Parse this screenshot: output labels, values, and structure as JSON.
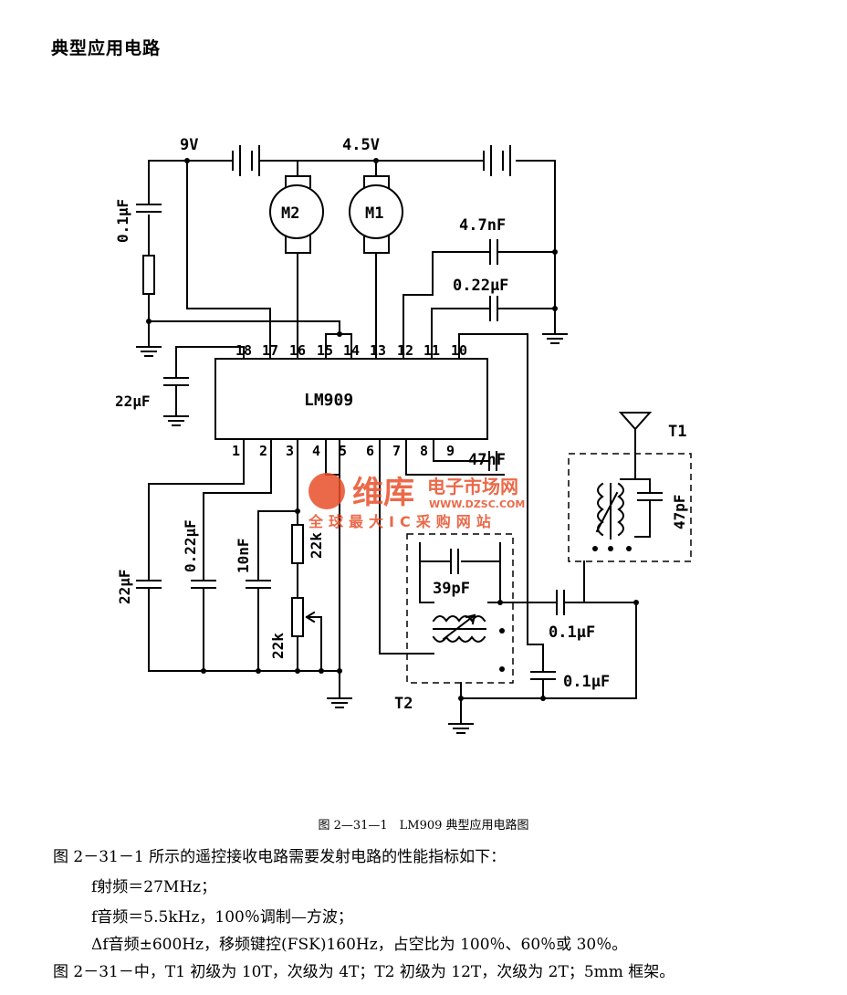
{
  "heading": "典型应用电路",
  "schematic": {
    "chip": "LM909",
    "top_pins": [
      "18",
      "17",
      "16",
      "15",
      "14",
      "13",
      "12",
      "11",
      "10"
    ],
    "bottom_pins": [
      "1",
      "2",
      "3",
      "4",
      "5",
      "6",
      "7",
      "8",
      "9"
    ],
    "labels": {
      "v9": "9V",
      "v45": "4.5V",
      "m2": "M2",
      "m1": "M1",
      "c_47n_top": "4.7nF",
      "c_022_right": "0.22μF",
      "c_01_left": "0.1μF",
      "c_22u_left": "22μF",
      "c_47n_mid": "47nF",
      "t1": "T1",
      "c_47p": "47pF",
      "c_22u_bottom": "22μF",
      "c_022_bottom": "0.22μF",
      "c_10n": "10nF",
      "r_22k_fixed": "22k",
      "r_22k_pot": "22k",
      "c_39p": "39pF",
      "c_01_a": "0.1μF",
      "c_01_b": "0.1μF",
      "t2": "T2"
    },
    "watermark": {
      "logo_cn": "维库",
      "brand": "电子市场网",
      "url": "WWW.DZSC.COM",
      "slogan": "全球最大IC采购网站"
    }
  },
  "caption": "图 2—31—1　LM909 典型应用电路图",
  "body": {
    "line1": "图 2－31－1 所示的遥控接收电路需要发射电路的性能指标如下：",
    "line2": "f射频＝27MHz；",
    "line3": "f音频＝5.5kHz，100％调制—方波；",
    "line4": "Δf音频±600Hz，移频键控(FSK)160Hz，占空比为 100％、60％或 30％。",
    "line5": "图 2－31－中，T1 初级为 10T，次级为 4T；T2 初级为 12T，次级为 2T；5mm 框架。"
  }
}
